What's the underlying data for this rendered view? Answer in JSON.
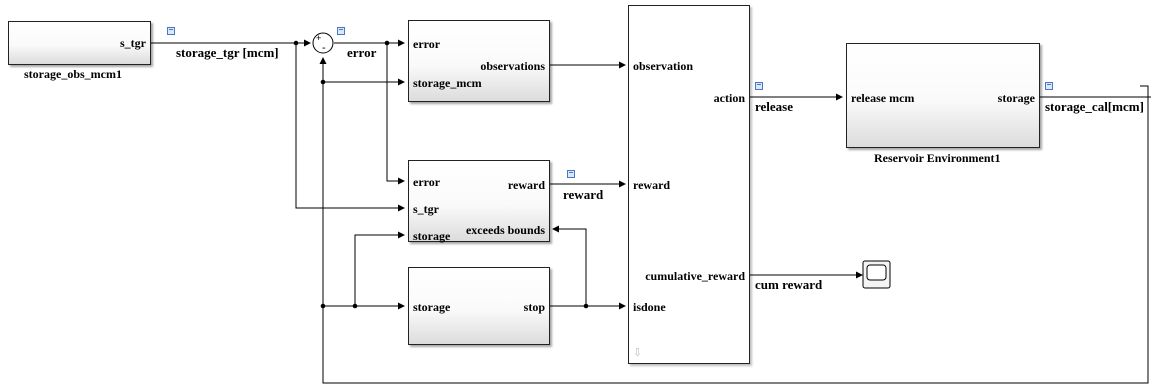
{
  "blocks": {
    "storage_obs": {
      "port_out": "s_tgr",
      "caption": "storage_obs_mcm1"
    },
    "obs_subsystem": {
      "ports_in": [
        "error",
        "storage_mcm"
      ],
      "port_out": "observations"
    },
    "reward_subsystem": {
      "ports_in": [
        "error",
        "s_tgr",
        "storage"
      ],
      "ports_out": [
        "reward",
        "exceeds bounds"
      ]
    },
    "stop_subsystem": {
      "port_in": "storage",
      "port_out": "stop"
    },
    "agent": {
      "ports_in": [
        "observation",
        "reward",
        "isdone"
      ],
      "ports_out": [
        "action",
        "cumulative_reward"
      ]
    },
    "reservoir": {
      "port_in": "release mcm",
      "port_out": "storage",
      "caption": "Reservoir Environment1"
    },
    "sum": {
      "signs": "+-"
    }
  },
  "signals": {
    "storage_tgr": "storage_tgr [mcm]",
    "error": "error",
    "reward": "reward",
    "release": "release",
    "cum_reward": "cum reward",
    "storage_cal": "storage_cal[mcm]"
  },
  "icons": [
    "signal-log-icon",
    "scope-icon",
    "sum-icon",
    "down-arrow-icon"
  ]
}
